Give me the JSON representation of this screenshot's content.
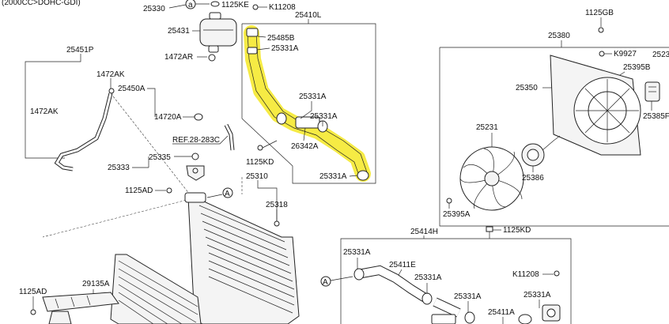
{
  "header": {
    "engine_label": "(2000CC>DOHC-GDI)"
  },
  "markers": {
    "circle_a": "a",
    "circle_A": "A"
  },
  "parts": {
    "p25330": "25330",
    "p1125KE": "1125KE",
    "pK11208_top": "K11208",
    "p25410L": "25410L",
    "p25431": "25431",
    "p25485B": "25485B",
    "p25331A_1": "25331A",
    "p1472AR": "1472AR",
    "p25451P": "25451P",
    "p1472AK_1": "1472AK",
    "p25450A": "25450A",
    "p1472AK_2": "1472AK",
    "p14720A": "14720A",
    "pREF": "REF.28-283C",
    "p25331A_2": "25331A",
    "p25331A_3": "25331A",
    "p26342A": "26342A",
    "p1125KD_1": "1125KD",
    "p25331A_4": "25331A",
    "p25335": "25335",
    "p25333": "25333",
    "p1125AD_1": "1125AD",
    "p25310": "25310",
    "p25318": "25318",
    "p1125GB": "1125GB",
    "p25380": "25380",
    "pK9927": "K9927",
    "p25235": "2523",
    "p25395B": "25395B",
    "p25350": "25350",
    "p25385F": "25385F",
    "p25231": "25231",
    "p25386": "25386",
    "p25395A": "25395A",
    "p25414H": "25414H",
    "p1125KD_2": "1125KD",
    "p25331A_5": "25331A",
    "p25411E": "25411E",
    "p25331A_6": "25331A",
    "pK11208_bot": "K11208",
    "p25331A_7": "25331A",
    "p25331A_8": "25331A",
    "p25411A": "25411A",
    "p1125AD_2": "1125AD",
    "p29135A": "29135A"
  }
}
